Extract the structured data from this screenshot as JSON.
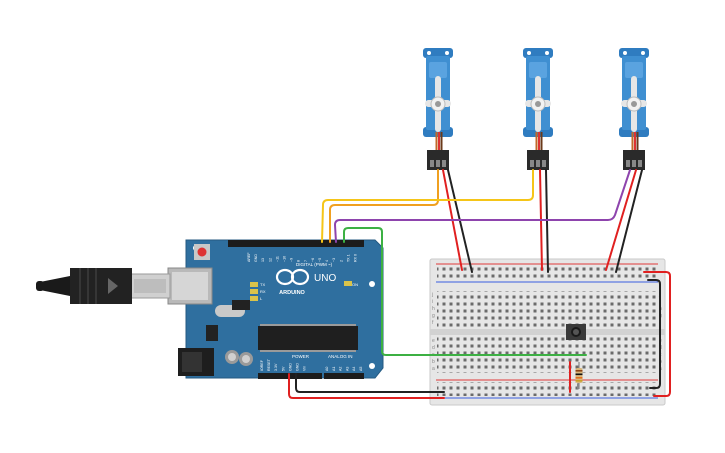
{
  "arduino": {
    "brand": "ARDUINO",
    "model": "UNO",
    "digital_header": "DIGITAL (PWM ~)",
    "power_header": "POWER",
    "analog_header": "ANALOG IN",
    "on_label": "ON",
    "tx_label": "TX",
    "rx_label": "RX",
    "l_label": "L",
    "digital_pins": [
      "AREF",
      "GND",
      "13",
      "12",
      "~11",
      "~10",
      "~9",
      "8",
      "7",
      "~6",
      "~5",
      "4",
      "~3",
      "2",
      "TX 1",
      "RX 0"
    ],
    "power_pins": [
      "IOREF",
      "RESET",
      "3.3V",
      "5V",
      "GND",
      "GND",
      "Vin"
    ],
    "analog_pins": [
      "A0",
      "A1",
      "A2",
      "A3",
      "A4",
      "A5"
    ]
  },
  "breadboard": {
    "row_letters_top": [
      "j",
      "i",
      "h",
      "g",
      "f"
    ],
    "row_letters_bottom": [
      "e",
      "d",
      "c",
      "b",
      "a"
    ]
  },
  "components": {
    "servos": [
      "servo-1",
      "servo-2",
      "servo-3"
    ],
    "pushbutton": "pushbutton",
    "resistor": "resistor",
    "usb_cable": "usb-cable"
  },
  "colors": {
    "board": "#2f6f9f",
    "board_light": "#3d83b8",
    "breadboard": "#e8e8e8",
    "servo_body": "#3f8fd1",
    "wire_orange": "#f0a020",
    "wire_yellow": "#f5c518",
    "wire_purple": "#8e44ad",
    "wire_green": "#3cb043",
    "wire_red": "#e02020",
    "wire_black": "#222222",
    "rail_red": "#e03a3a",
    "rail_blue": "#3a5ee0"
  }
}
